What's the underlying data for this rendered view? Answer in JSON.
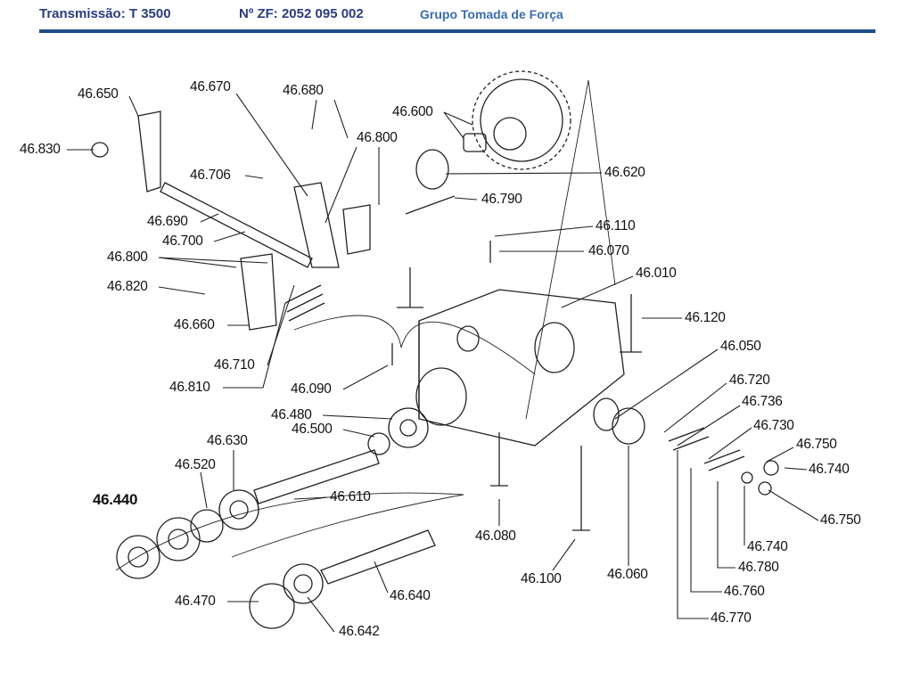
{
  "header": {
    "transmission": "Transmissão: T 3500",
    "zf_number": "Nº ZF: 2052 095 002",
    "group": "Grupo Tomada de Força",
    "colors": {
      "primary": "#2b3c7e",
      "secondary": "#3b6cb0",
      "rule": "#1f4d8c"
    }
  },
  "parts": [
    {
      "label": "46.650"
    },
    {
      "label": "46.670"
    },
    {
      "label": "46.680"
    },
    {
      "label": "46.600"
    },
    {
      "label": "46.800"
    },
    {
      "label": "46.830"
    },
    {
      "label": "46.620"
    },
    {
      "label": "46.706"
    },
    {
      "label": "46.790"
    },
    {
      "label": "46.690"
    },
    {
      "label": "46.110"
    },
    {
      "label": "46.700"
    },
    {
      "label": "46.070"
    },
    {
      "label": "46.800"
    },
    {
      "label": "46.010"
    },
    {
      "label": "46.820"
    },
    {
      "label": "46.120"
    },
    {
      "label": "46.660"
    },
    {
      "label": "46.050"
    },
    {
      "label": "46.710"
    },
    {
      "label": "46.720"
    },
    {
      "label": "46.810"
    },
    {
      "label": "46.090"
    },
    {
      "label": "46.736"
    },
    {
      "label": "46.480"
    },
    {
      "label": "46.730"
    },
    {
      "label": "46.500"
    },
    {
      "label": "46.630"
    },
    {
      "label": "46.750"
    },
    {
      "label": "46.520"
    },
    {
      "label": "46.740"
    },
    {
      "label": "46.610"
    },
    {
      "label": "46.440",
      "highlighted": true
    },
    {
      "label": "46.750"
    },
    {
      "label": "46.080"
    },
    {
      "label": "46.740"
    },
    {
      "label": "46.640"
    },
    {
      "label": "46.100"
    },
    {
      "label": "46.060"
    },
    {
      "label": "46.780"
    },
    {
      "label": "46.470"
    },
    {
      "label": "46.760"
    },
    {
      "label": "46.770"
    },
    {
      "label": "46.642"
    }
  ]
}
